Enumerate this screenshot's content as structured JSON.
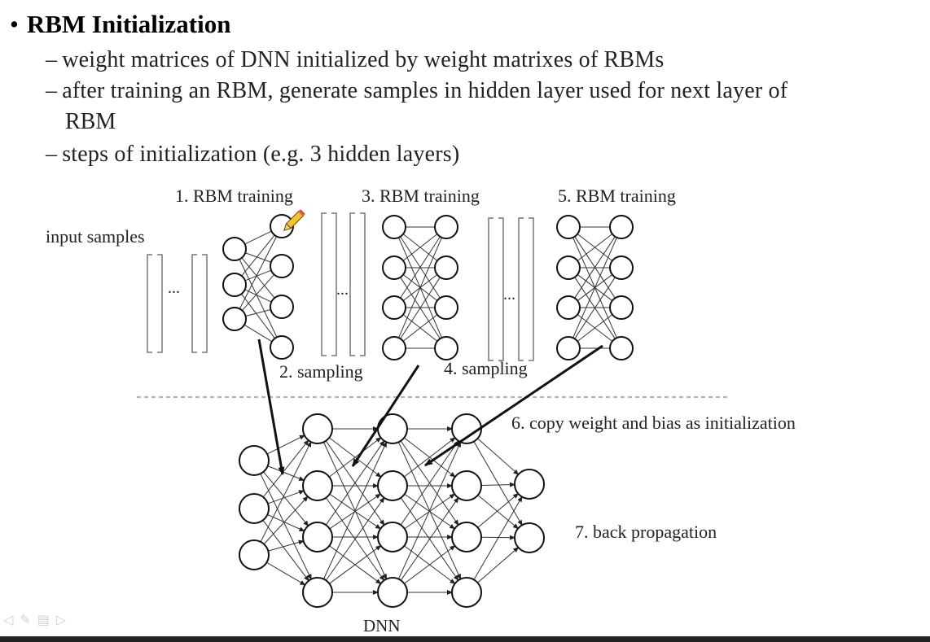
{
  "slide": {
    "title": "RBM Initialization",
    "bullet": "•",
    "points": [
      "weight matrices of DNN initialized by weight matrixes of RBMs",
      "after training an RBM, generate samples in hidden layer used for next layer of",
      "steps of initialization (e.g. 3 hidden layers)"
    ],
    "point2_cont": "RBM",
    "dash": "–"
  },
  "diagram": {
    "input_label": "input samples",
    "step1": "1. RBM training",
    "step2": "2. sampling",
    "step3": "3. RBM training",
    "step4": "4. sampling",
    "step5": "5. RBM training",
    "step6": "6. copy weight and bias as initialization",
    "step7": "7. back propagation",
    "dnn_label": "DNN",
    "ellipsis": "..."
  },
  "toolbar": {
    "icons": [
      "back-arrow-icon",
      "pen-icon",
      "menu-icon",
      "forward-arrow-icon"
    ],
    "glyphs": [
      "◁",
      "✎",
      "▤",
      "▷"
    ]
  }
}
